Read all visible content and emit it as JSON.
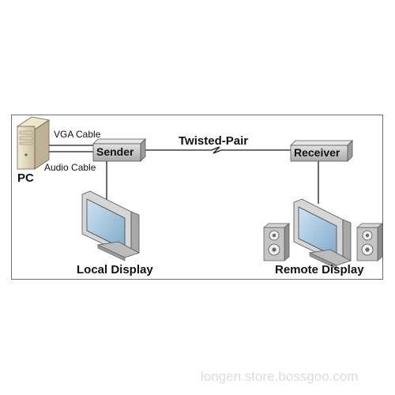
{
  "diagram": {
    "pc_label": "PC",
    "vga_cable_label": "VGA Cable",
    "audio_cable_label": "Audio Cable",
    "sender_label": "Sender",
    "twisted_pair_label": "Twisted-Pair",
    "receiver_label": "Receiver",
    "local_display_label": "Local Display",
    "remote_display_label": "Remote Display"
  },
  "watermark": "longen.store.bossgoo.com",
  "icons": {
    "pc": "pc-tower-icon",
    "monitor": "crt-monitor-icon",
    "speaker": "speaker-icon"
  },
  "colors": {
    "box_fill": "#c8c8c8",
    "line": "#1a1a1a",
    "border": "#6f6f6f"
  }
}
